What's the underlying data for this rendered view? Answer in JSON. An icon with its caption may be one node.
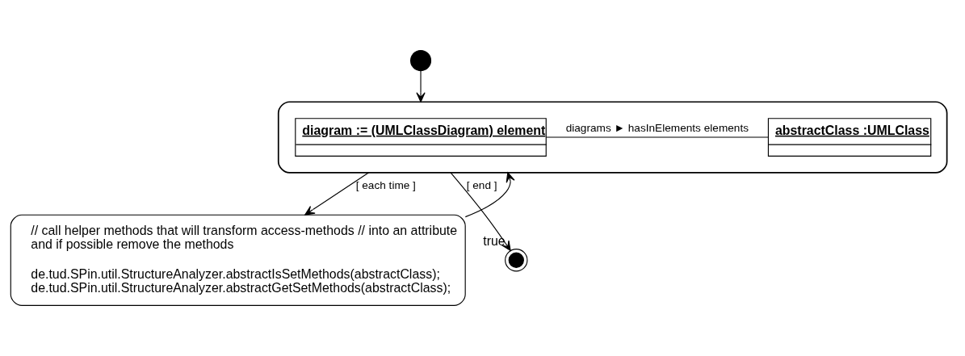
{
  "diagram": {
    "nodes": [
      {
        "text": [],
        "shape": "circle"
      },
      {
        "text": [],
        "shape": "box"
      },
      {
        "text": [
          "diagram := (UMLClassDiagram) element"
        ],
        "in": 1
      },
      {
        "text": [
          "abstractClass :UMLClass"
        ],
        "in": 1
      },
      {
        "text": [
          "// call helper methods that will transform access-methods // into an attribute and if possible remove the methods",
          "de.tud.SPin.util.StructureAnalyzer.abstractIsSetMethods(abstractClass); de.tud.SPin.util.StructureAnalyzer.abstractGetSetMethods(abstractClass);"
        ]
      },
      {
        "text": [],
        "shape": "circle",
        "beside": [
          "true"
        ]
      }
    ],
    "edges": [
      {
        "from": 0,
        "to": 1,
        "arrow": "to"
      },
      {
        "from": 2,
        "to": 3,
        "arrow": "none",
        "label": "diagrams ► hasInElements elements"
      },
      {
        "from": 1,
        "to": 4,
        "arrow": "to",
        "label": "[ each time ]"
      },
      {
        "from": 4,
        "to": 1,
        "arrow": "to"
      },
      {
        "from": 1,
        "to": 5,
        "arrow": "to",
        "label": "[ end ]"
      }
    ]
  }
}
